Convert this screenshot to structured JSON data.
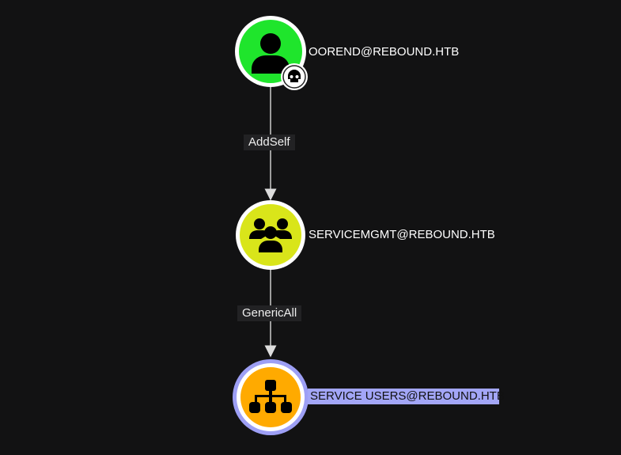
{
  "nodes": [
    {
      "label": "OOREND@REBOUND.HTB",
      "type": "user",
      "color": "#1fe52c",
      "owned": true
    },
    {
      "label": "SERVICEMGMT@REBOUND.HTB",
      "type": "group",
      "color": "#d9e51a"
    },
    {
      "label": "SERVICE USERS@REBOUND.HTB",
      "type": "ou",
      "color": "#ffaa00",
      "selected": true
    }
  ],
  "edges": [
    {
      "label": "AddSelf"
    },
    {
      "label": "GenericAll"
    }
  ]
}
